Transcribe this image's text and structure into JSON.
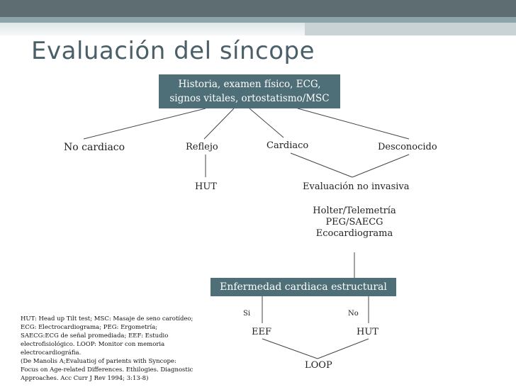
{
  "slide": {
    "title": "Evaluación del síncope",
    "colors": {
      "header_dark": "#5e6d72",
      "header_mid": "#8ea4ab",
      "box_fill": "#4f6f78",
      "title_color": "#4a5f67"
    }
  },
  "diagram": {
    "root_box": {
      "line1": "Historia, examen físico, ECG,",
      "line2": "signos vitales, ortostatismo/MSC"
    },
    "branches": {
      "no_cardiac": "No cardiaco",
      "reflex": "Reflejo",
      "cardiac": "Cardiaco",
      "unknown": "Desconocido"
    },
    "reflex_test": "HUT",
    "noninvasive": "Evaluación no invasiva",
    "tests": [
      "Holter/Telemetría",
      "PEG/SAECG",
      "Ecocardiograma"
    ],
    "structural_box": "Enfermedad cardiaca estructural",
    "yes_label": "Si",
    "no_label": "No",
    "yes_test": "EEF",
    "no_test": "HUT",
    "final": "LOOP"
  },
  "notes": [
    "HUT: Head up Tilt test; MSC: Masaje de seno carotídeo;",
    "ECG: Electrocardiograma; PEG: Ergometría;",
    "SAECG:ECG de señal promediada; EEF: Estudio",
    "electrofisiológico. LOOP: Monitor con memoria",
    "electrocardiográfia.",
    "(De Manolis A;Evaluatioj of parients with Syncope:",
    "Focus on Age-related Differences. Ethilogies. Diagnostic",
    "Approaches. Acc Curr J Rev 1994; 3:13-8)"
  ]
}
